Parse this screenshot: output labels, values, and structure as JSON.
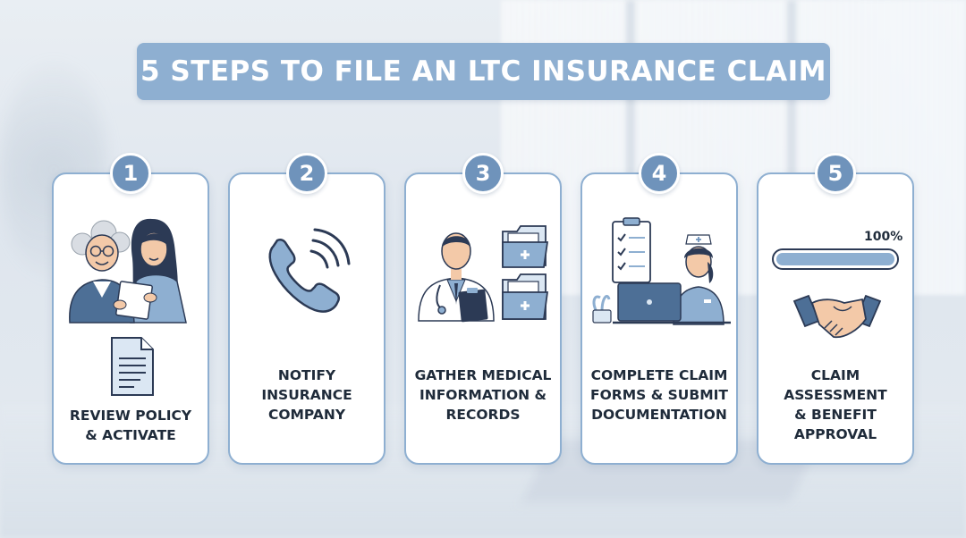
{
  "title": "5 STEPS TO FILE AN LTC INSURANCE CLAIM",
  "accent_color": "#6f93bb",
  "steps": [
    {
      "number": "1",
      "lines": [
        "REVIEW POLICY",
        "& ACTIVATE"
      ],
      "icons": [
        "elderly-woman-with-caregiver-illustration",
        "document-icon"
      ]
    },
    {
      "number": "2",
      "lines": [
        "NOTIFY",
        "INSURANCE",
        "COMPANY"
      ],
      "icons": [
        "phone-ringing-icon"
      ]
    },
    {
      "number": "3",
      "lines": [
        "GATHER MEDICAL",
        "INFORMATION &",
        "RECORDS"
      ],
      "icons": [
        "doctor-illustration",
        "medical-folder-icon"
      ]
    },
    {
      "number": "4",
      "lines": [
        "COMPLETE CLAIM",
        "FORMS & SUBMIT",
        "DOCUMENTATION"
      ],
      "icons": [
        "checklist-clipboard-icon",
        "nurse-at-laptop-illustration"
      ]
    },
    {
      "number": "5",
      "lines": [
        "CLAIM",
        "ASSESSMENT",
        "& BENEFIT",
        "APPROVAL"
      ],
      "icons": [
        "progress-bar",
        "handshake-icon"
      ],
      "progress_label": "100%",
      "progress_value": 1.0
    }
  ]
}
